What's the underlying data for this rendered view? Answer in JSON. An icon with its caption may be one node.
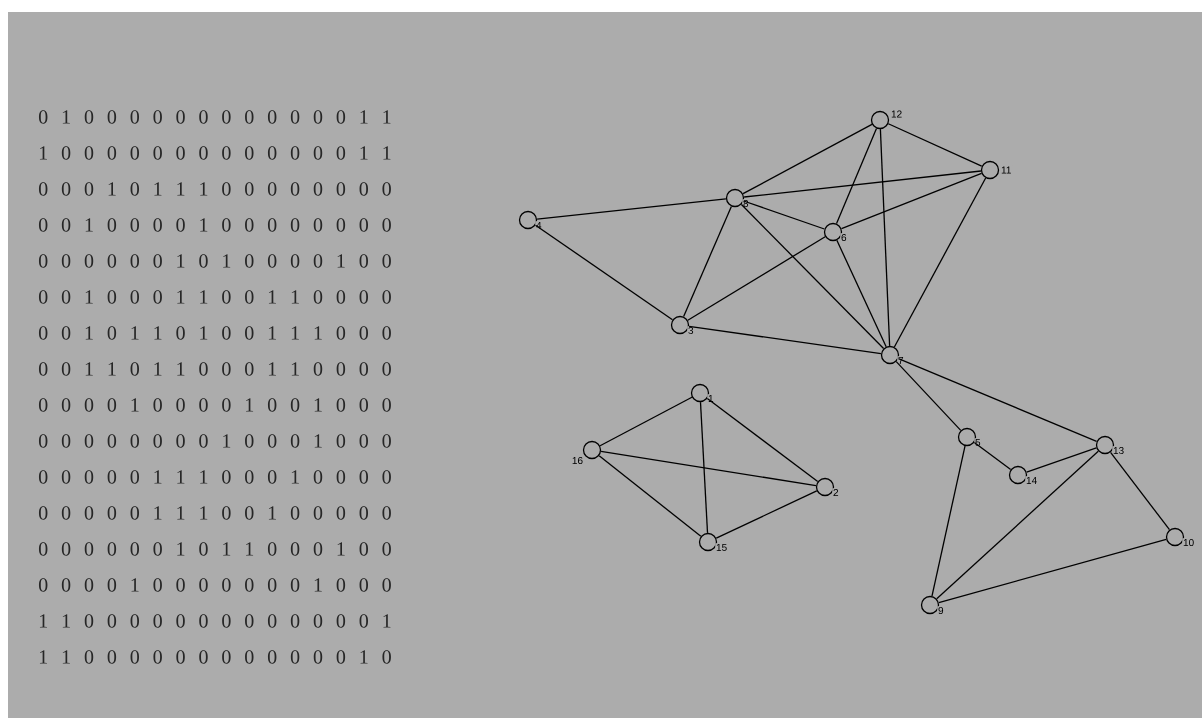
{
  "diagram": {
    "nodes": [
      {
        "text": [],
        "shape": "circle",
        "beside": [
          "1"
        ]
      },
      {
        "text": [],
        "shape": "circle",
        "beside": [
          "2"
        ]
      },
      {
        "text": [],
        "shape": "circle",
        "beside": [
          "3"
        ]
      },
      {
        "text": [],
        "shape": "circle",
        "beside": [
          "4"
        ]
      },
      {
        "text": [],
        "shape": "circle",
        "beside": [
          "5"
        ]
      },
      {
        "text": [],
        "shape": "circle",
        "beside": [
          "6"
        ]
      },
      {
        "text": [],
        "shape": "circle",
        "beside": [
          "7"
        ]
      },
      {
        "text": [],
        "shape": "circle",
        "beside": [
          "8"
        ]
      },
      {
        "text": [],
        "shape": "circle",
        "beside": [
          "9"
        ]
      },
      {
        "text": [],
        "shape": "circle",
        "beside": [
          "10"
        ]
      },
      {
        "text": [],
        "shape": "circle",
        "beside": [
          "11"
        ]
      },
      {
        "text": [],
        "shape": "circle",
        "beside": [
          "12"
        ]
      },
      {
        "text": [],
        "shape": "circle",
        "beside": [
          "13"
        ]
      },
      {
        "text": [],
        "shape": "circle",
        "beside": [
          "14"
        ]
      },
      {
        "text": [],
        "shape": "circle",
        "beside": [
          "15"
        ]
      },
      {
        "text": [],
        "shape": "circle",
        "beside": [
          "16"
        ]
      }
    ],
    "edges": [
      {
        "from": 0,
        "to": 1,
        "arrow": "none"
      },
      {
        "from": 0,
        "to": 14,
        "arrow": "none"
      },
      {
        "from": 0,
        "to": 15,
        "arrow": "none"
      },
      {
        "from": 1,
        "to": 14,
        "arrow": "none"
      },
      {
        "from": 1,
        "to": 15,
        "arrow": "none"
      },
      {
        "from": 2,
        "to": 3,
        "arrow": "none"
      },
      {
        "from": 2,
        "to": 5,
        "arrow": "none"
      },
      {
        "from": 2,
        "to": 6,
        "arrow": "none"
      },
      {
        "from": 2,
        "to": 7,
        "arrow": "none"
      },
      {
        "from": 3,
        "to": 7,
        "arrow": "none"
      },
      {
        "from": 4,
        "to": 6,
        "arrow": "none"
      },
      {
        "from": 4,
        "to": 8,
        "arrow": "none"
      },
      {
        "from": 4,
        "to": 13,
        "arrow": "none"
      },
      {
        "from": 5,
        "to": 6,
        "arrow": "none"
      },
      {
        "from": 5,
        "to": 7,
        "arrow": "none"
      },
      {
        "from": 5,
        "to": 10,
        "arrow": "none"
      },
      {
        "from": 5,
        "to": 11,
        "arrow": "none"
      },
      {
        "from": 6,
        "to": 7,
        "arrow": "none"
      },
      {
        "from": 6,
        "to": 10,
        "arrow": "none"
      },
      {
        "from": 6,
        "to": 11,
        "arrow": "none"
      },
      {
        "from": 6,
        "to": 12,
        "arrow": "none"
      },
      {
        "from": 7,
        "to": 10,
        "arrow": "none"
      },
      {
        "from": 7,
        "to": 11,
        "arrow": "none"
      },
      {
        "from": 8,
        "to": 9,
        "arrow": "none"
      },
      {
        "from": 8,
        "to": 12,
        "arrow": "none"
      },
      {
        "from": 9,
        "to": 12,
        "arrow": "none"
      },
      {
        "from": 10,
        "to": 11,
        "arrow": "none"
      },
      {
        "from": 12,
        "to": 13,
        "arrow": "none"
      },
      {
        "from": 14,
        "to": 15,
        "arrow": "none"
      }
    ],
    "labels": [
      "0 1 0 0 0 0 0 0 0 0 0 0 0 0 1 1",
      "1 0 0 0 0 0 0 0 0 0 0 0 0 0 1 1",
      "0 0 0 1 0 1 1 1 0 0 0 0 0 0 0 0",
      "0 0 1 0 0 0 0 1 0 0 0 0 0 0 0 0",
      "0 0 0 0 0 0 1 0 1 0 0 0 0 1 0 0",
      "0 0 1 0 0 0 1 1 0 0 1 1 0 0 0 0",
      "0 0 1 0 1 1 0 1 0 0 1 1 1 0 0 0",
      "0 0 1 1 0 1 1 0 0 0 1 1 0 0 0 0",
      "0 0 0 0 1 0 0 0 0 1 0 0 1 0 0 0",
      "0 0 0 0 0 0 0 0 1 0 0 0 1 0 0 0",
      "0 0 0 0 0 1 1 1 0 0 0 1 0 0 0 0",
      "0 0 0 0 0 1 1 1 0 0 1 0 0 0 0 0",
      "0 0 0 0 0 0 1 0 1 1 0 0 0 1 0 0",
      "0 0 0 0 1 0 0 0 0 0 0 0 1 0 0 0",
      "1 1 0 0 0 0 0 0 0 0 0 0 0 0 0 1",
      "1 1 0 0 0 0 0 0 0 0 0 0 0 0 1 0"
    ]
  }
}
